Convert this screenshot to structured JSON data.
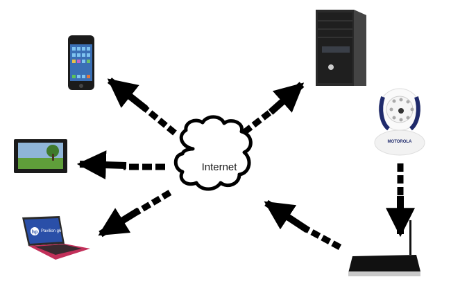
{
  "diagram": {
    "title": "Internet connectivity diagram",
    "hub": {
      "label": "Internet",
      "shape": "cloud"
    },
    "nodes": [
      {
        "id": "smartphone",
        "label": "Smartphone",
        "kind": "device"
      },
      {
        "id": "tablet",
        "label": "Tablet",
        "kind": "device"
      },
      {
        "id": "laptop",
        "label": "Laptop",
        "kind": "device",
        "screen_text": "Pavilion g6",
        "logo": "hp"
      },
      {
        "id": "desktop",
        "label": "Desktop PC tower",
        "kind": "device"
      },
      {
        "id": "camera",
        "label": "Baby monitor camera",
        "kind": "device",
        "brand": "MOTOROLA"
      },
      {
        "id": "router",
        "label": "Wireless router",
        "kind": "device"
      }
    ],
    "edges": [
      {
        "from": "internet",
        "to": "smartphone",
        "style": "dashed-arrow"
      },
      {
        "from": "internet",
        "to": "tablet",
        "style": "dashed-arrow"
      },
      {
        "from": "internet",
        "to": "laptop",
        "style": "dashed-arrow"
      },
      {
        "from": "internet",
        "to": "desktop",
        "style": "dashed-arrow"
      },
      {
        "from": "camera",
        "to": "router",
        "style": "dashed-arrow"
      },
      {
        "from": "router",
        "to": "internet",
        "style": "dashed-arrow"
      }
    ],
    "colors": {
      "arrow": "#000000",
      "cloud_stroke": "#000000",
      "camera_accent": "#1f2a6b",
      "laptop_body": "#c2305a"
    }
  }
}
